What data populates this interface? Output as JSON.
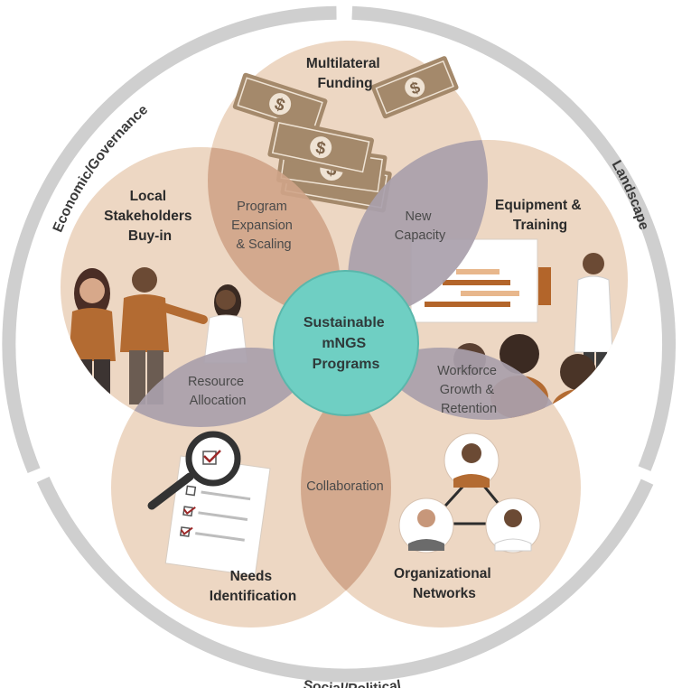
{
  "ring": {
    "top_left": "Economic/Governance",
    "top_right": "Landscape",
    "bottom": "Social/Political"
  },
  "petals": {
    "top": [
      "Multilateral",
      "Funding"
    ],
    "right": [
      "Equipment &",
      "Training"
    ],
    "bottom_right": [
      "Organizational",
      "Networks"
    ],
    "bottom_left": [
      "Needs",
      "Identification"
    ],
    "left": [
      "Local",
      "Stakeholders",
      "Buy-in"
    ]
  },
  "overlaps": {
    "top_left": [
      "Program",
      "Expansion",
      "& Scaling"
    ],
    "top_right": [
      "New",
      "Capacity"
    ],
    "right_bottom": [
      "Workforce",
      "Growth &",
      "Retention"
    ],
    "bottom": [
      "Collaboration"
    ],
    "left_bottom": [
      "Resource",
      "Allocation"
    ]
  },
  "center": [
    "Sustainable",
    "mNGS",
    "Programs"
  ],
  "colors": {
    "ring": "#cfcfcf",
    "petal": "#edd7c3",
    "overlap_warm": "#cfa488",
    "overlap_cool": "#a9a0ab",
    "center": "#6fcfc3",
    "center_stroke": "#5ab7ab",
    "skin_dark": "#6b4a34",
    "shirt_orange": "#b36b32",
    "money": "#a4896b"
  }
}
